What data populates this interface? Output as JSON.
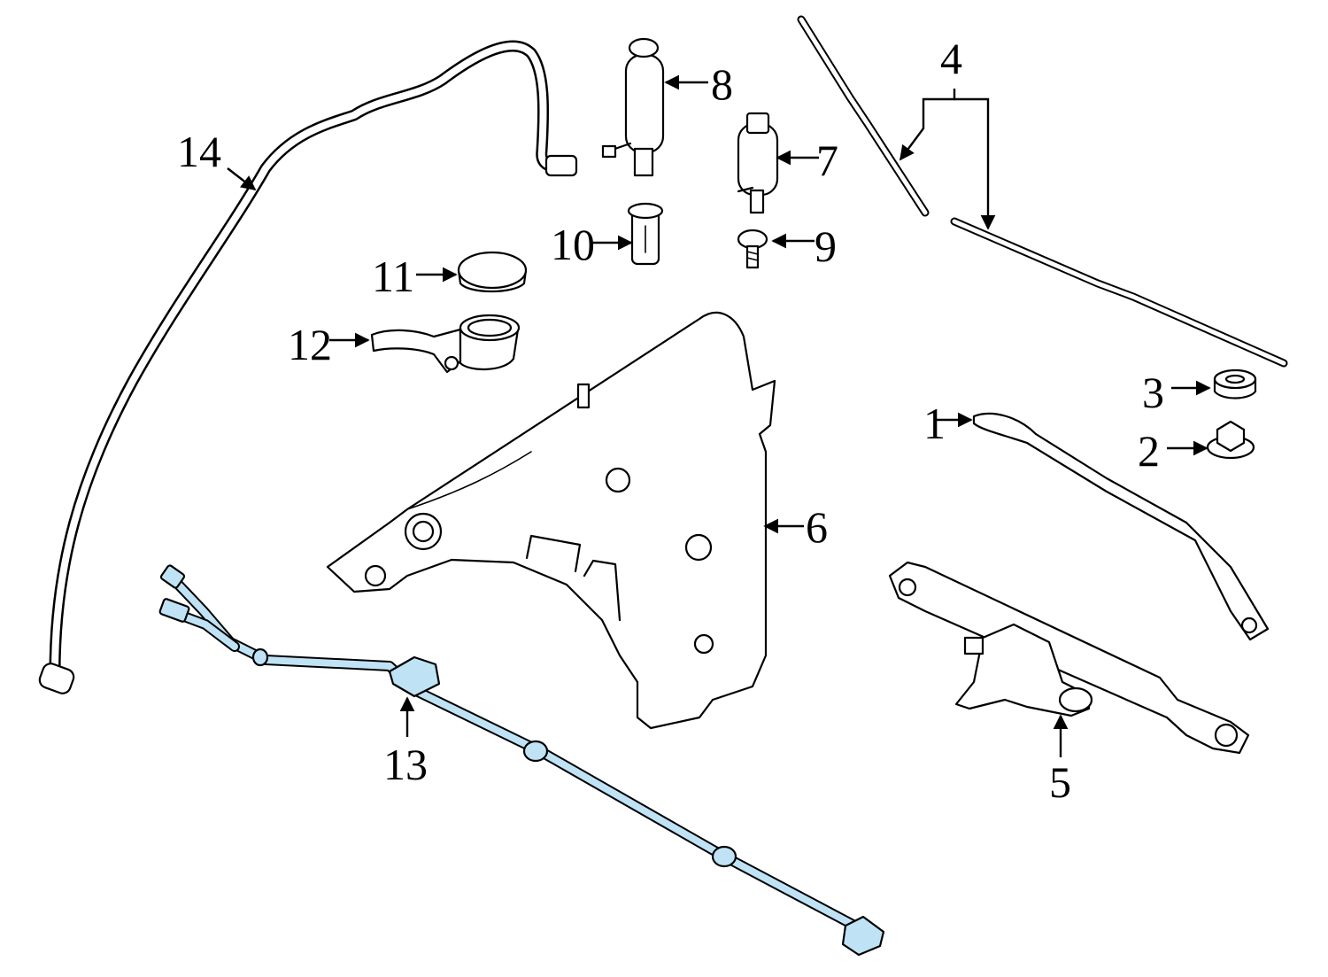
{
  "colors": {
    "highlight": "#bfe3f5",
    "ink": "#000000",
    "background": "#ffffff"
  },
  "callouts": [
    {
      "id": "1",
      "text": "1"
    },
    {
      "id": "2",
      "text": "2"
    },
    {
      "id": "3",
      "text": "3"
    },
    {
      "id": "4",
      "text": "4"
    },
    {
      "id": "5",
      "text": "5"
    },
    {
      "id": "6",
      "text": "6"
    },
    {
      "id": "7",
      "text": "7"
    },
    {
      "id": "8",
      "text": "8"
    },
    {
      "id": "9",
      "text": "9"
    },
    {
      "id": "10",
      "text": "10"
    },
    {
      "id": "11",
      "text": "11"
    },
    {
      "id": "12",
      "text": "12"
    },
    {
      "id": "13",
      "text": "13"
    },
    {
      "id": "14",
      "text": "14"
    }
  ],
  "highlighted_part": "13"
}
